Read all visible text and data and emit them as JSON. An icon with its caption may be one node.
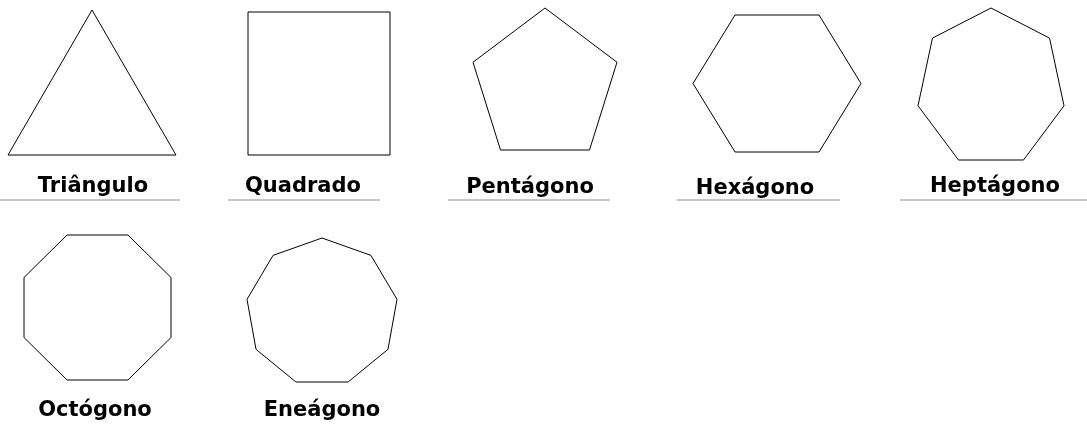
{
  "diagram": {
    "nodes": [
      {
        "text": [
          "Triângulo"
        ]
      },
      {
        "text": [
          "Quadrado"
        ]
      },
      {
        "text": [
          "Pentágono"
        ]
      },
      {
        "text": [
          "Hexágono"
        ]
      },
      {
        "text": [
          "Heptágono"
        ]
      },
      {
        "text": [
          "Octógono"
        ]
      },
      {
        "text": [
          "Eneágono"
        ]
      }
    ]
  }
}
